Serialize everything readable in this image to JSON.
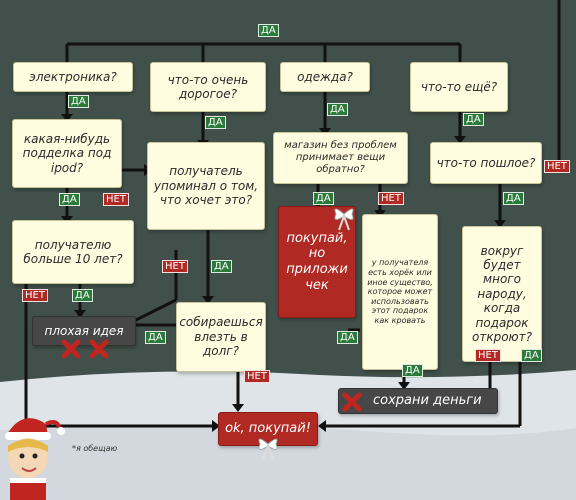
{
  "boxes": {
    "electronics": "электроника?",
    "expensive": "что-то очень дорогое?",
    "clothes": "одежда?",
    "something_else": "что-то ещё?",
    "fake_ipod": "какая-нибудь подделка под ipod?",
    "mentioned": "получатель упоминал о том, что хочет это?",
    "store_returns": "магазин без проблем принимает вещи обратно?",
    "vulgar": "что-то пошлое?",
    "older_10": "получателю больше 10 лет?",
    "buy_receipt": "покупай, но приложи чек",
    "pet": "у получателя есть хорёк или иное существо, которое может использовать этот подарок как кровать",
    "crowd": "вокруг будет много народу, когда подарок откроют?",
    "bad_idea": "плохая идея",
    "debt": "собираешься влезть в долг?",
    "save_money": "сохрани деньги",
    "ok_buy": "ok, покупай!"
  },
  "labels": {
    "yes": "ДА",
    "no": "НЕТ"
  },
  "note": "*я обещаю",
  "colors": {
    "background": "#41504a",
    "snow": "#dfe4e8",
    "box": "#fffce0",
    "box_red": "#b02a23",
    "box_dark": "#474747",
    "tag_yes": "#2a7a3a",
    "tag_no": "#b02a23",
    "line": "#111111"
  }
}
